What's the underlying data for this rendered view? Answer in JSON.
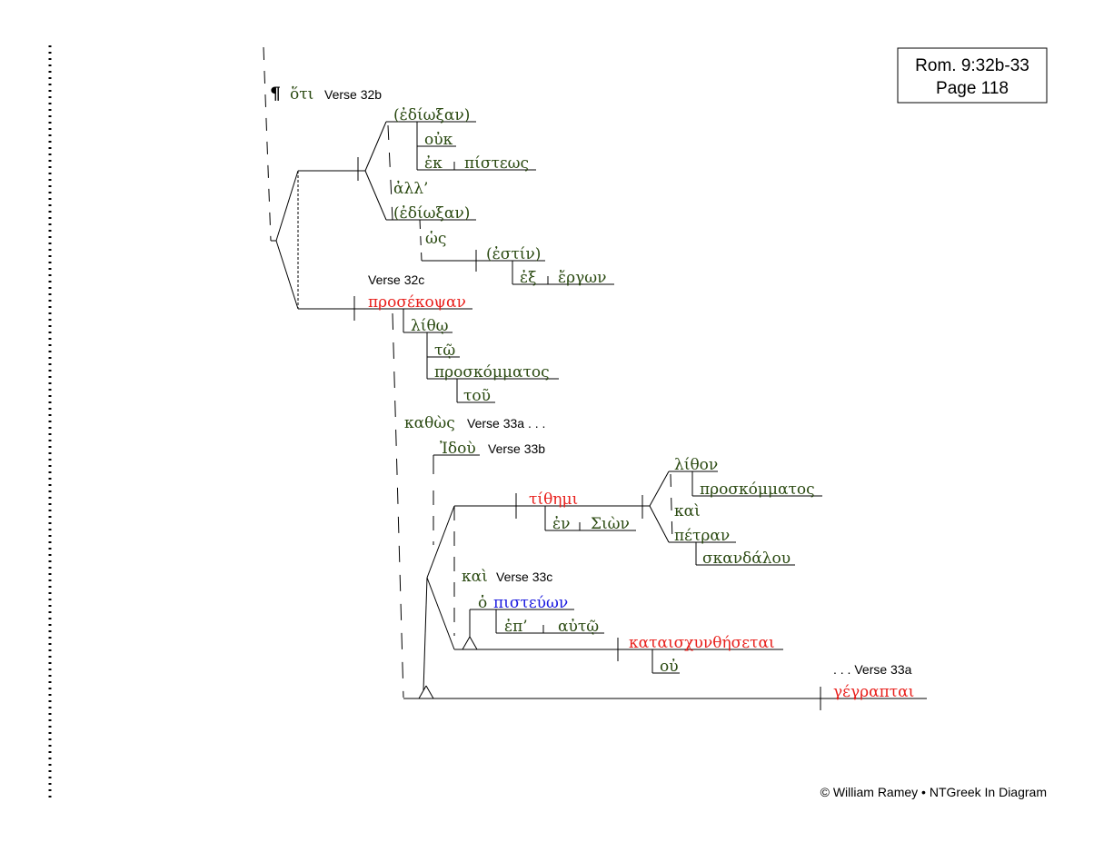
{
  "reference": {
    "line1": "Rom. 9:32b-33",
    "line2": "Page 118"
  },
  "copyright": "© William Ramey • NTGreek In Diagram",
  "colors": {
    "black": "#000000",
    "red": "#e8201c",
    "blue": "#1a1adf",
    "green": "#2b4a12"
  },
  "words": {
    "paragraph_mark": "¶",
    "hoti": "ὅτι",
    "edioxan1": "(ἐδίωξαν)",
    "ouk": "οὐκ",
    "ek": "ἐκ",
    "pisteos": "πίστεως",
    "all": "ἀλλ’",
    "edioxan2": "(ἐδίωξαν)",
    "hos": "ὡς",
    "estin": "(ἐστίν)",
    "ex": "ἐξ",
    "ergon": "ἔργων",
    "prosekopsan": "προσέκοψαν",
    "litho": "λίθῳ",
    "to": "τῷ",
    "proskommatos1": "προσκόμματος",
    "tou": "τοῦ",
    "kathos": "καθὼς",
    "idou": "Ἰδοὺ",
    "tithemi": "τίθημι",
    "en": "ἐν",
    "sion": "Σιὼν",
    "lithon": "λίθον",
    "proskommatos2": "προσκόμματος",
    "kai1": "καὶ",
    "petran": "πέτραν",
    "skandalou": "σκανδάλου",
    "kai2": "καὶ",
    "ho": "ὁ",
    "pisteuon": "πιστεύων",
    "ep": "ἐπ’",
    "auto": "αὐτῷ",
    "kataischynthesetai": "καταισχυνθήσεται",
    "ou": "οὐ",
    "gegraptai": "γέγραπται"
  },
  "verse_labels": {
    "v32b": "Verse 32b",
    "v32c": "Verse 32c",
    "v33a_start": "Verse 33a . . .",
    "v33b": "Verse 33b",
    "v33c": "Verse 33c",
    "v33a_end": ". . . Verse 33a"
  }
}
